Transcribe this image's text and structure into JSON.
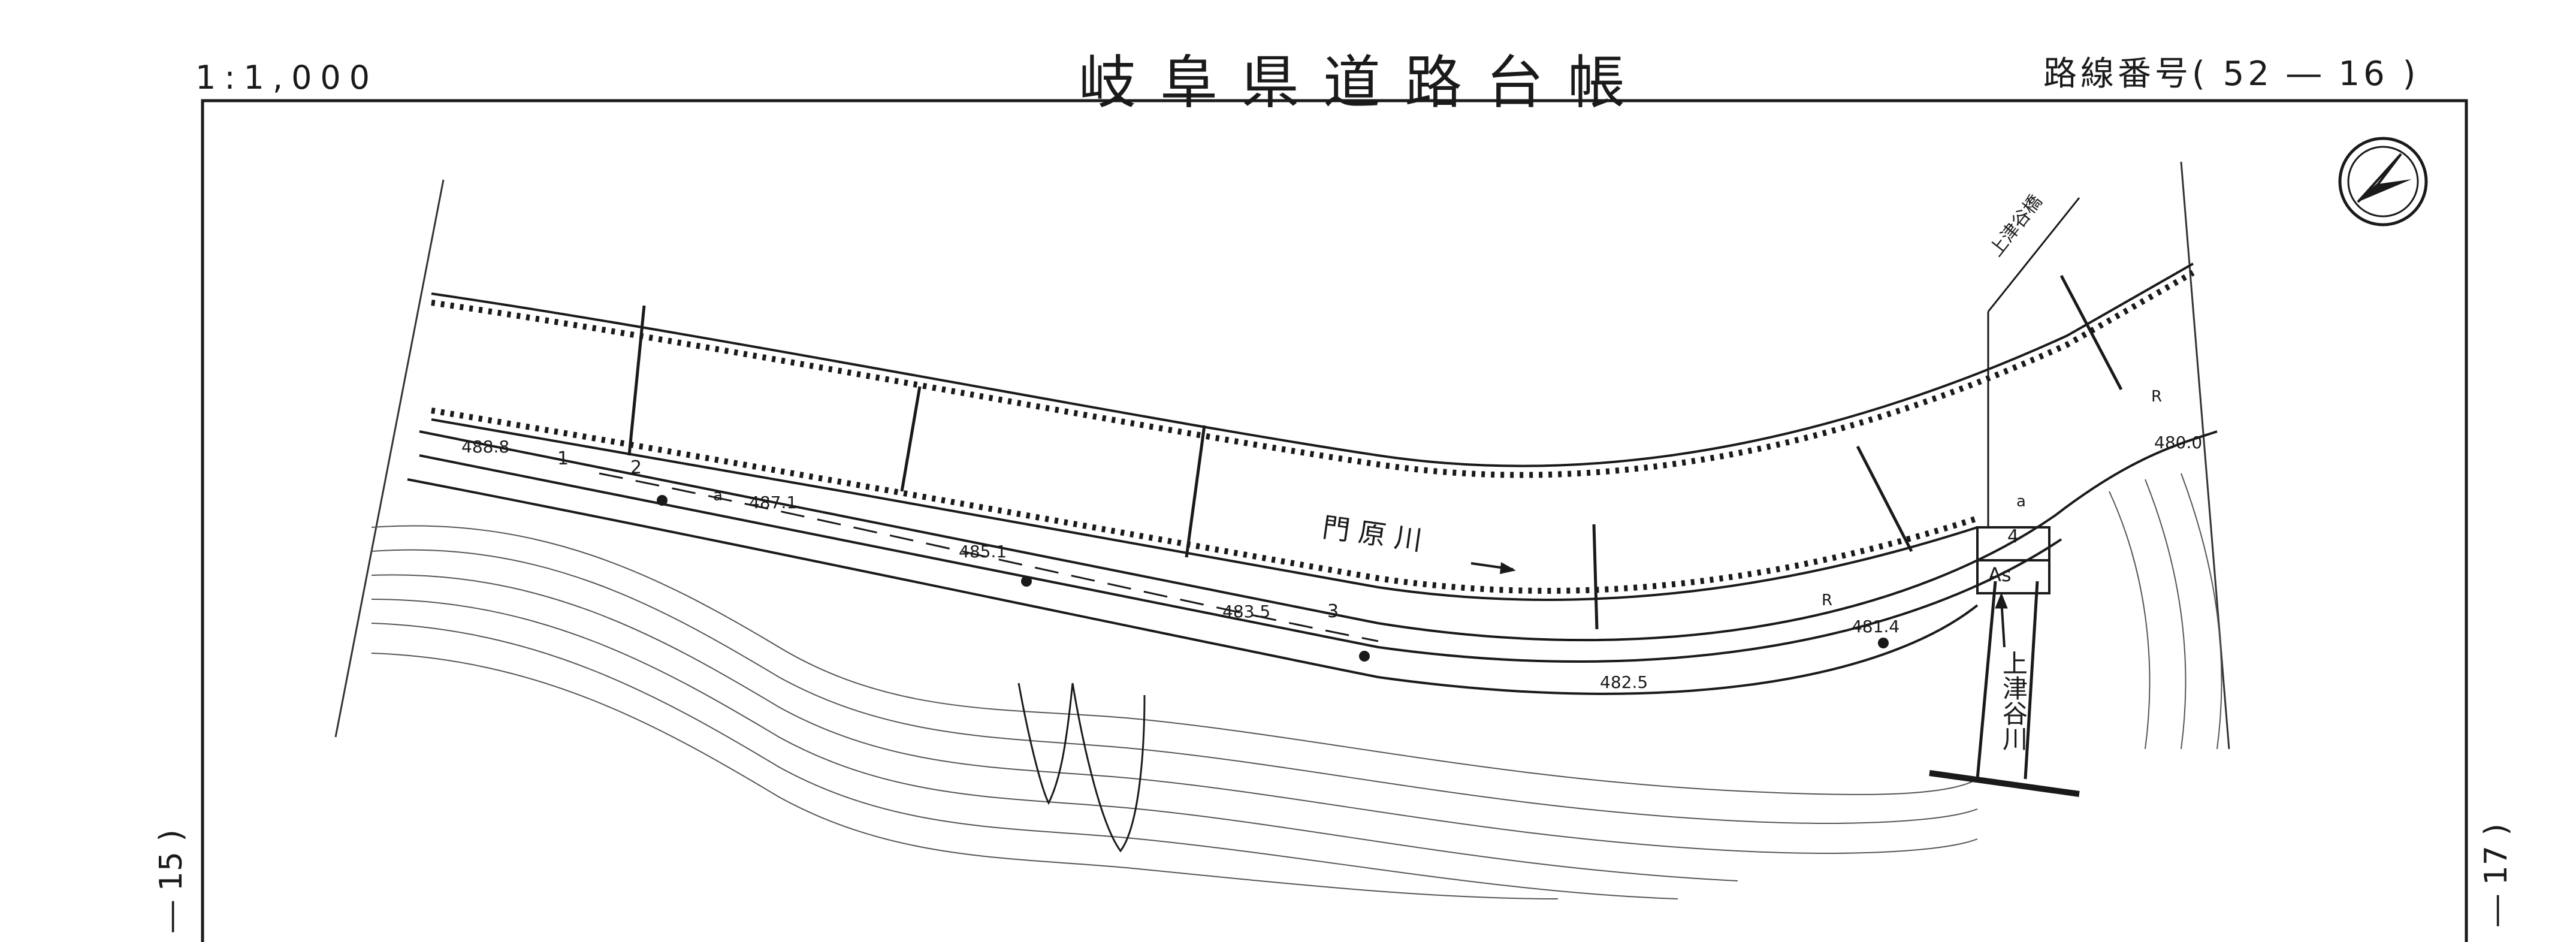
{
  "header": {
    "scale": "1:1,000",
    "title": "岐阜県道路台帳",
    "route_label": "路線番号",
    "route_number": "( 52 ― 16 )"
  },
  "adjacent_sheets": {
    "previous": "― 15 )",
    "next": "― 17 )"
  },
  "map": {
    "river_name": "門 原 川",
    "tributary_name": "上津谷川",
    "bridge_name": "上津谷橋",
    "elevations": [
      "488.8",
      "487.1",
      "485.1",
      "483.5",
      "482.5",
      "481.4",
      "480.0"
    ],
    "section_numbers": [
      "1",
      "2",
      "3",
      "4"
    ],
    "surface_label": "As",
    "curb_label": "R",
    "gutter_label": "a",
    "north_arrow": "north-arrow-icon"
  }
}
